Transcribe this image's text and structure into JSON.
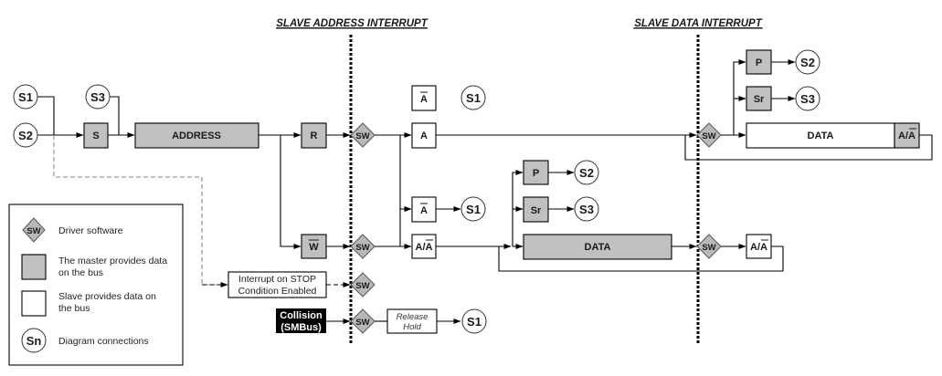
{
  "colors": {
    "master_fill": "#c0c0c0",
    "slave_fill": "#ffffff",
    "sw_fill": "#b8b8b8",
    "line": "#000000",
    "dashed": "#8a8a8a",
    "collision_fill": "#000000"
  },
  "headers": {
    "address_interrupt": "SLAVE ADDRESS INTERRUPT",
    "data_interrupt": "SLAVE DATA INTERRUPT"
  },
  "connectors": {
    "s1": "S1",
    "s2": "S2",
    "s3": "S3"
  },
  "blocks": {
    "start": "S",
    "address": "ADDRESS",
    "read": "R",
    "write_bar": "W",
    "nack": "A",
    "ack": "A",
    "ack_nack": "A/A",
    "stop": "P",
    "restart": "Sr",
    "data": "DATA",
    "sw": "SW"
  },
  "side_blocks": {
    "stop_interrupt_line1": "Interrupt on STOP",
    "stop_interrupt_line2": "Condition Enabled",
    "collision_line1": "Collision",
    "collision_line2": "(SMBus)",
    "release_line1": "Release",
    "release_line2": "Hold"
  },
  "legend": {
    "items": [
      {
        "symbol": "sw-diamond",
        "symbol_label": "SW",
        "line1": "Driver software",
        "line2": ""
      },
      {
        "symbol": "gray-square",
        "symbol_label": "",
        "line1": "The master provides data",
        "line2": "on the bus"
      },
      {
        "symbol": "white-square",
        "symbol_label": "",
        "line1": "Slave provides data on",
        "line2": "the bus"
      },
      {
        "symbol": "circle",
        "symbol_label": "Sn",
        "line1": "Diagram connections",
        "line2": ""
      }
    ]
  }
}
